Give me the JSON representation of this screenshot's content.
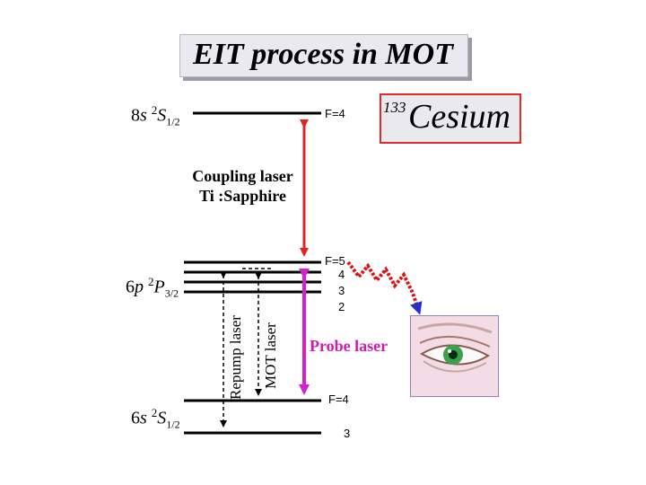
{
  "title": "EIT process in MOT",
  "atom": {
    "mass_number": "133",
    "name": "Cesium"
  },
  "levels": {
    "upper": {
      "n": "8",
      "l": "s",
      "multiplicity": "2",
      "term": "S",
      "j": "1/2",
      "hyperfine": [
        "F=4"
      ]
    },
    "excited": {
      "n": "6",
      "l": "p",
      "multiplicity": "2",
      "term": "P",
      "j": "3/2",
      "hyperfine": [
        "F=5",
        "4",
        "3",
        "2"
      ]
    },
    "ground": {
      "n": "6",
      "l": "s",
      "multiplicity": "2",
      "term": "S",
      "j": "1/2",
      "hyperfine": [
        "F=4",
        "3"
      ]
    }
  },
  "lasers": {
    "coupling_line1": "Coupling laser",
    "coupling_line2": "Ti :Sapphire",
    "probe": "Probe laser",
    "repump": "Repump laser",
    "mot": "MOT laser"
  },
  "colors": {
    "coupling": "#e52222",
    "probe": "#d51fd0",
    "photon_red": "#dd1111",
    "photon_blue": "#2233cc",
    "cesium_border": "#dd2a2a",
    "eye_iris": "#3aa24a"
  },
  "icons": {
    "eye": "eye-icon"
  }
}
